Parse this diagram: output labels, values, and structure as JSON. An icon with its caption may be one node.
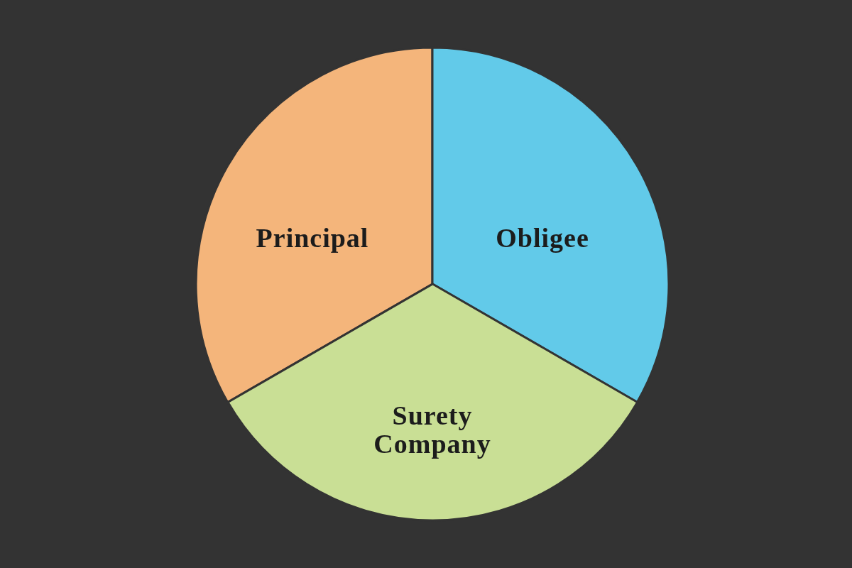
{
  "diagram": {
    "nodes": [
      {
        "text": [
          "Principal"
        ]
      },
      {
        "text": [
          "Obligee"
        ]
      },
      {
        "text": [
          "Surety Company"
        ]
      }
    ]
  }
}
